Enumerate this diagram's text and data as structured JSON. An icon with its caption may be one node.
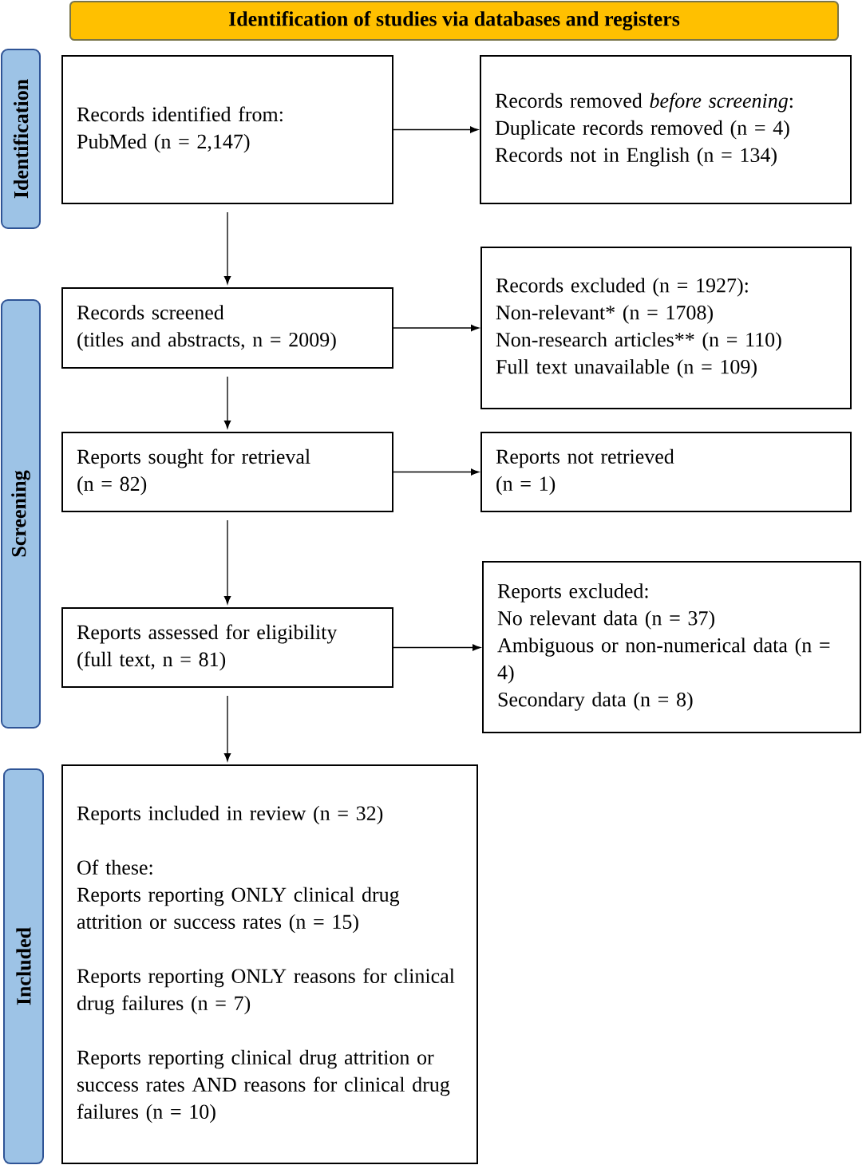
{
  "diagram": {
    "nodes": [
      {
        "text": [
          "Identification of studies via databases and registers"
        ]
      },
      {
        "text": [
          "Identification"
        ]
      },
      {
        "text": [
          "Screening"
        ]
      },
      {
        "text": [
          "Included"
        ]
      },
      {
        "text": [
          "Records identified from:",
          "PubMed (n = 2,147)"
        ]
      },
      {
        "text": [
          "Records removed *before screening*:",
          "Duplicate records removed  (n = 4)",
          "Records not in English (n = 134)"
        ]
      },
      {
        "text": [
          "Records screened",
          "(titles and abstracts, n = 2009)"
        ]
      },
      {
        "text": [
          "Records excluded (n = 1927):",
          "Non-relevant* (n = 1708)",
          "Non-research articles** (n = 110)",
          "Full text unavailable (n = 109)"
        ]
      },
      {
        "text": [
          "Reports sought for retrieval",
          "(n = 82)"
        ]
      },
      {
        "text": [
          "Reports not retrieved",
          "(n = 1)"
        ]
      },
      {
        "text": [
          "Reports assessed for eligibility",
          "(full text, n = 81)"
        ]
      },
      {
        "text": [
          "Reports excluded:",
          "No relevant data (n = 37)",
          "Ambiguous or non-numerical data (n = 4)",
          "Secondary data (n = 8)"
        ]
      },
      {
        "text": [
          "Reports included in review (n = 32)",
          "Of these:",
          "Reports reporting ONLY clinical drug attrition or success rates (n = 15)",
          "Reports reporting ONLY reasons for clinical drug failures (n = 7)",
          "Reports reporting clinical drug attrition or success rates AND reasons for clinical drug failures (n = 10)"
        ]
      }
    ],
    "edges": [
      {
        "from": 4,
        "to": 5,
        "arrow": "to"
      },
      {
        "from": 4,
        "to": 6,
        "arrow": "to"
      },
      {
        "from": 6,
        "to": 7,
        "arrow": "to"
      },
      {
        "from": 6,
        "to": 8,
        "arrow": "to"
      },
      {
        "from": 8,
        "to": 9,
        "arrow": "to"
      },
      {
        "from": 8,
        "to": 10,
        "arrow": "to"
      },
      {
        "from": 10,
        "to": 11,
        "arrow": "to"
      },
      {
        "from": 10,
        "to": 12,
        "arrow": "to"
      }
    ]
  }
}
